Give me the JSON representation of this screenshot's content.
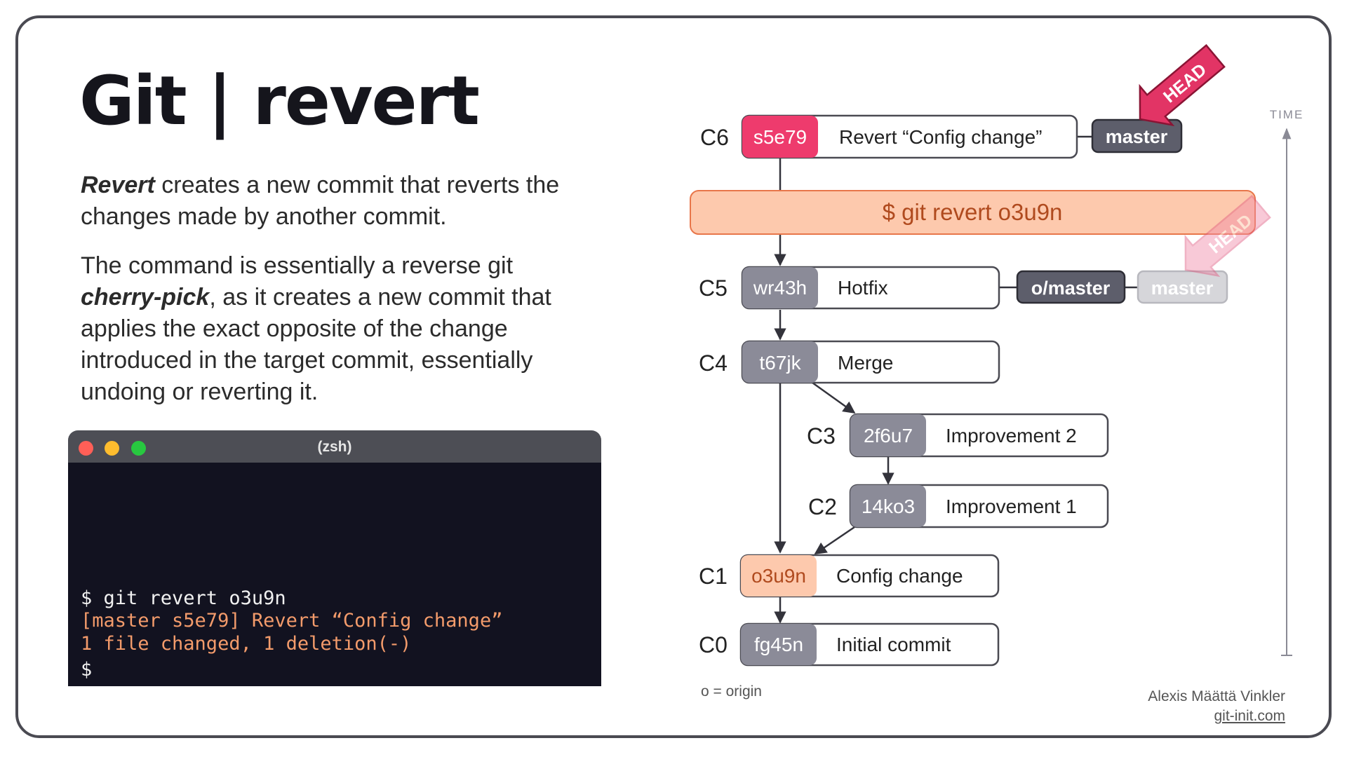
{
  "title": "Git | revert",
  "intro": {
    "em": "Revert",
    "rest": " creates a new commit that reverts the changes made by another commit."
  },
  "body": {
    "pre": "The command is essentially a reverse git ",
    "em": "cherry-pick",
    "post": ", as it creates a new commit that applies the exact opposite of the change introduced in the target commit, essentially undoing or reverting it."
  },
  "terminal": {
    "title": "(zsh)",
    "lines": [
      "$ git revert o3u9n",
      "[master s5e79] Revert “Config change”",
      "1 file changed, 1 deletion(-)",
      "$"
    ]
  },
  "graph": {
    "commits": [
      {
        "id": "C6",
        "hash": "s5e79",
        "message": "Revert “Config change”"
      },
      {
        "id": "C5",
        "hash": "wr43h",
        "message": "Hotfix"
      },
      {
        "id": "C4",
        "hash": "t67jk",
        "message": "Merge"
      },
      {
        "id": "C3",
        "hash": "2f6u7",
        "message": "Improvement 2"
      },
      {
        "id": "C2",
        "hash": "14ko3",
        "message": "Improvement 1"
      },
      {
        "id": "C1",
        "hash": "o3u9n",
        "message": "Config change"
      },
      {
        "id": "C0",
        "hash": "fg45n",
        "message": "Initial commit"
      }
    ],
    "command": "$ git revert o3u9n",
    "refs": {
      "master_new": "master",
      "origin_master": "o/master",
      "master_old": "master",
      "head": "HEAD",
      "head_old": "HEAD"
    },
    "time_label": "TIME",
    "legend": "o = origin",
    "colors": {
      "revert_hash": "#ee3b6d",
      "target_hash": "#fdc9ad",
      "hash_gray": "#8b8b98",
      "command_bg": "#fdc9ad",
      "ref_dark": "#5d5e6b",
      "head_arrow": "#e23465"
    }
  },
  "credit": {
    "name": "Alexis Määttä Vinkler",
    "site": "git-init.com"
  }
}
